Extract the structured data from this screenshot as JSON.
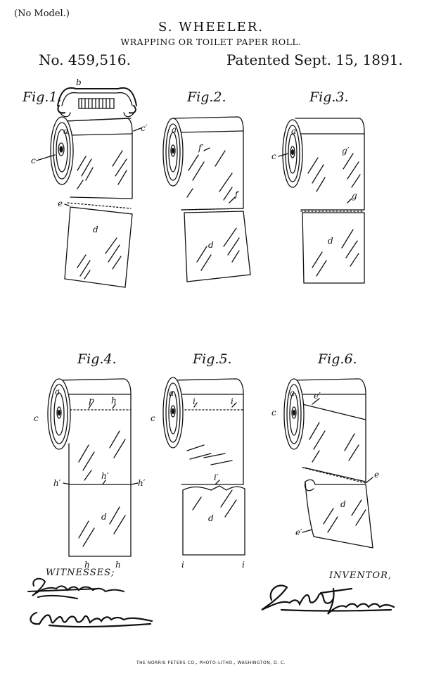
{
  "header": {
    "no_model": "(No Model.)",
    "inventor_name": "S. WHEELER.",
    "title": "WRAPPING OR TOILET PAPER ROLL.",
    "patent_number": "No. 459,516.",
    "patent_date": "Patented Sept. 15, 1891."
  },
  "figures": [
    {
      "label": "Fig.1.",
      "refs": [
        "b",
        "a",
        "c",
        "c′",
        "e",
        "d"
      ]
    },
    {
      "label": "Fig.2.",
      "refs": [
        "a",
        "f′",
        "f",
        "d"
      ]
    },
    {
      "label": "Fig.3.",
      "refs": [
        "a",
        "c",
        "g′",
        "g",
        "d"
      ]
    },
    {
      "label": "Fig.4.",
      "refs": [
        "a",
        "c",
        "p",
        "h",
        "h′",
        "h′",
        "h′",
        "d",
        "h",
        "h"
      ]
    },
    {
      "label": "Fig.5.",
      "refs": [
        "a",
        "c",
        "i",
        "i",
        "i′",
        "d",
        "i",
        "i"
      ]
    },
    {
      "label": "Fig.6.",
      "refs": [
        "a",
        "c",
        "e′",
        "e",
        "d",
        "e′"
      ]
    }
  ],
  "footer": {
    "witnesses_label": "WITNESSES;",
    "inventor_label": "INVENTOR,",
    "inventor_signature": "Seth Wheeler",
    "witness_signatures": [
      "Fourhum",
      "Wmauluber"
    ],
    "printer_line": "THE NORRIS PETERS CO., PHOTO-LITHO., WASHINGTON, D. C."
  }
}
